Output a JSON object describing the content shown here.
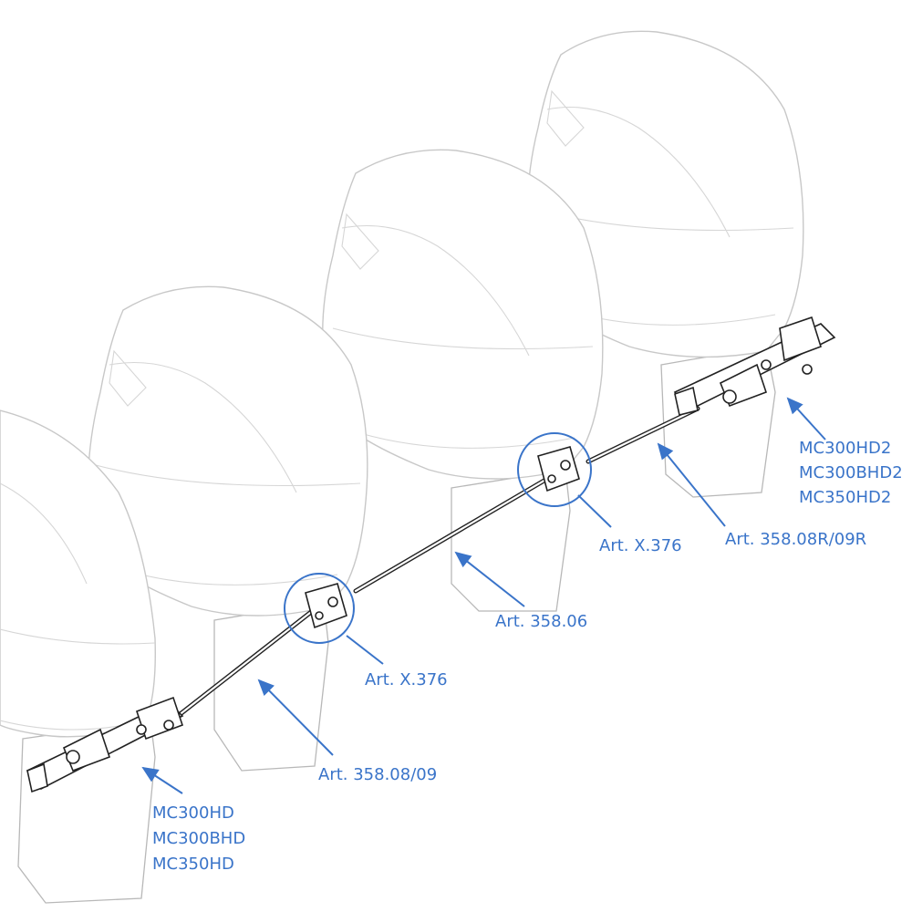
{
  "colors": {
    "accent": "#3a74c9",
    "outline": "#c8c8c8",
    "mechanism": "#222222"
  },
  "labels": {
    "right_unit": [
      "MC300HD2",
      "MC300BHD2",
      "MC350HD2"
    ],
    "right_tie_bar": "Art. 358.08R/09R",
    "right_connector": "Art. X.376",
    "middle_tie_bar": "Art. 358.06",
    "left_connector": "Art. X.376",
    "left_tie_bar": "Art. 358.08/09",
    "left_unit": [
      "MC300HD",
      "MC300BHD",
      "MC350HD"
    ]
  }
}
